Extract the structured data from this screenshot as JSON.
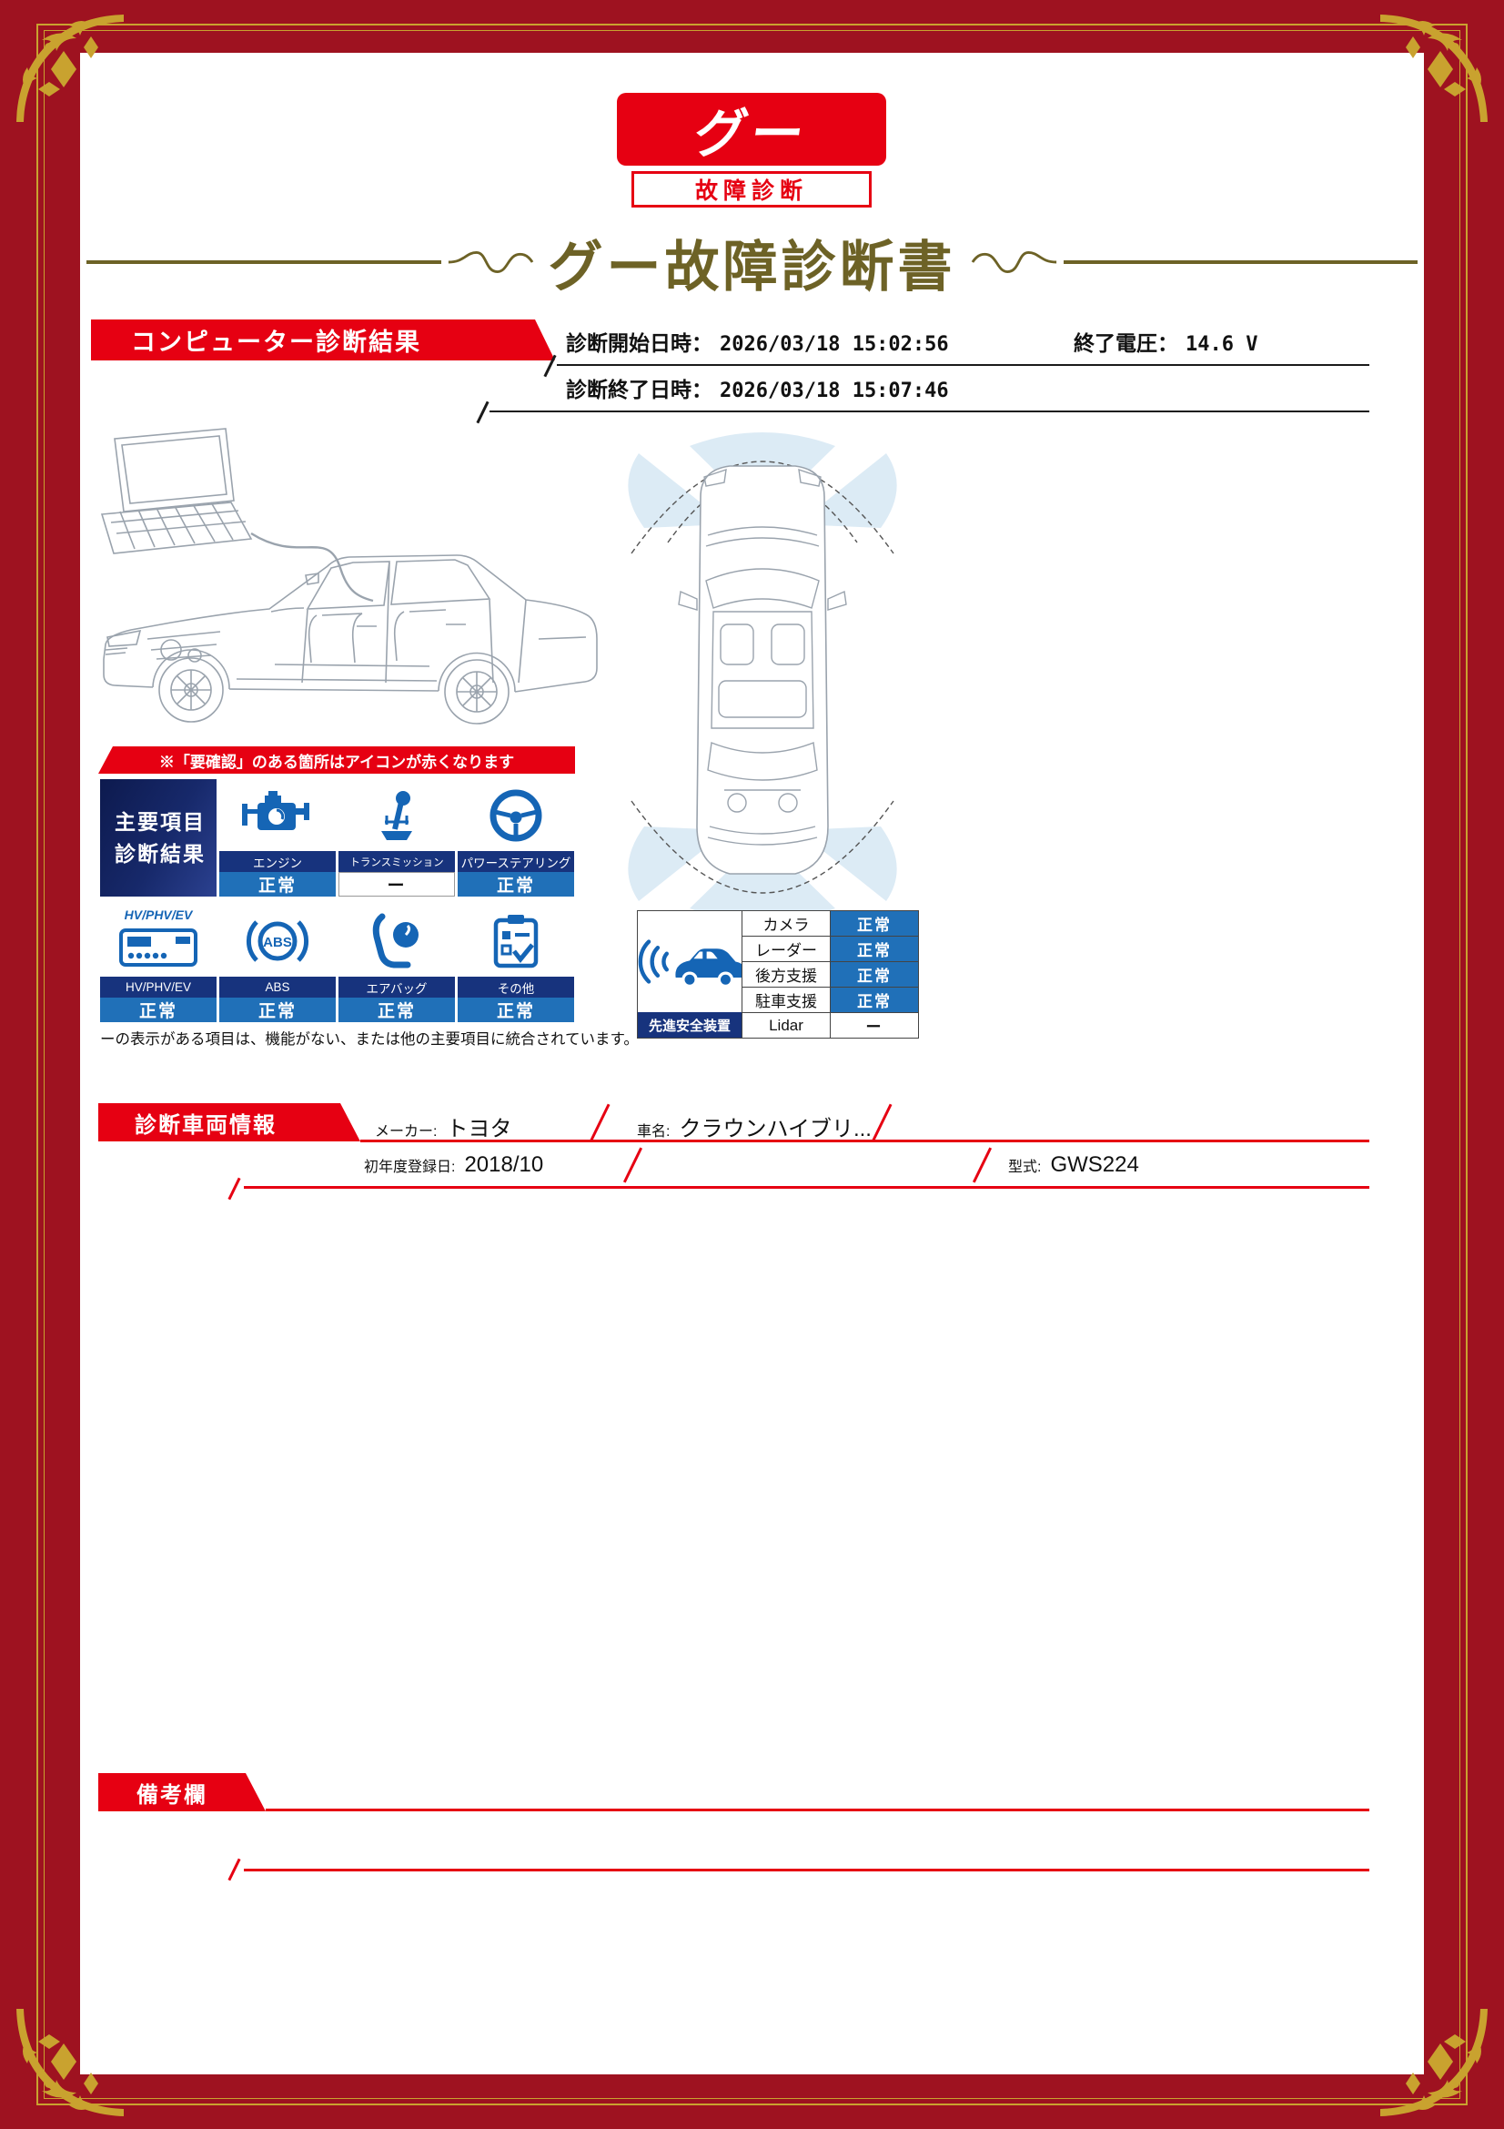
{
  "logo": {
    "main": "グー",
    "sub": "故障診断"
  },
  "title": "グー故障診断書",
  "computer": {
    "section": "コンピューター診断結果",
    "start_label": "診断開始日時：",
    "start_value": "2026/03/18 15:02:56",
    "voltage_label": "終了電圧：",
    "voltage_value": "14.6 V",
    "end_label": "診断終了日時：",
    "end_value": "2026/03/18 15:07:46"
  },
  "notice": "※「要確認」のある箇所はアイコンが赤くなります",
  "main_items": {
    "header_line1": "主要項目",
    "header_line2": "診断結果",
    "items": [
      {
        "name": "エンジン",
        "status": "正常",
        "icon": "engine-icon"
      },
      {
        "name": "トランスミッション",
        "status": "ー",
        "icon": "transmission-icon"
      },
      {
        "name": "パワーステアリング",
        "status": "正常",
        "icon": "power-steering-icon"
      },
      {
        "name": "HV/PHV/EV",
        "status": "正常",
        "icon": "hv-phv-ev-icon",
        "overlay": "HV/PHV/EV"
      },
      {
        "name": "ABS",
        "status": "正常",
        "icon": "abs-icon"
      },
      {
        "name": "エアバッグ",
        "status": "正常",
        "icon": "airbag-icon"
      },
      {
        "name": "その他",
        "status": "正常",
        "icon": "other-icon"
      }
    ],
    "footnote": "ーの表示がある項目は、機能がない、または他の主要項目に統合されています。"
  },
  "safety": {
    "label": "先進安全装置",
    "rows": [
      {
        "name": "カメラ",
        "status": "正常"
      },
      {
        "name": "レーダー",
        "status": "正常"
      },
      {
        "name": "後方支援",
        "status": "正常"
      },
      {
        "name": "駐車支援",
        "status": "正常"
      },
      {
        "name": "Lidar",
        "status": "ー"
      }
    ]
  },
  "vehicle": {
    "section": "診断車両情報",
    "maker_label": "メーカー:",
    "maker_value": "トヨタ",
    "name_label": "車名:",
    "name_value": "クラウンハイブリ...",
    "reg_label": "初年度登録日:",
    "reg_value": "2018/10",
    "model_label": "型式:",
    "model_value": "GWS224"
  },
  "remarks": {
    "section": "備考欄"
  },
  "colors": {
    "accent_red": "#E60012",
    "frame_red": "#9E1220",
    "label_navy": "#17337D",
    "status_blue": "#2070B8",
    "icon_blue": "#1565B5",
    "gold": "#C9A22F",
    "title_gold": "#6D6226",
    "sensor_blue": "#DBEAF5"
  }
}
